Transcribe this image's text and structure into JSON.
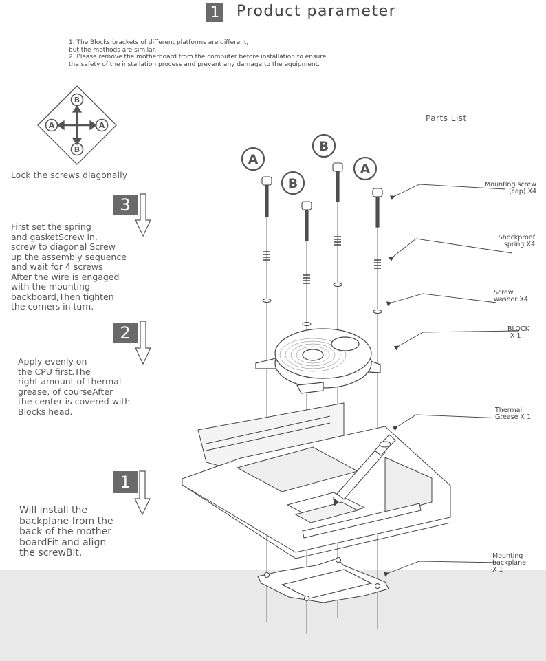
{
  "header": {
    "number": "1",
    "title": "Product parameter"
  },
  "notes": [
    "1. The Blocks  brackets of different platforms are different,",
    "but the methods are similar.",
    "2. Please remove the motherboard from the computer before installation to ensure",
    "the safety of the installation process and prevent any damage to the equipment."
  ],
  "diagonal_diagram": {
    "labels": {
      "top": "B",
      "bottom": "B",
      "left": "A",
      "right": "A"
    },
    "caption": "Lock the screws diagonally"
  },
  "steps": [
    {
      "number": "3",
      "lines": [
        "First set the spring",
        "and gasketScrew in,",
        "screw to diagonal Screw",
        "up the assembly sequence",
        "and wait for 4 screws",
        "After the wire is engaged",
        "with the mounting",
        "backboard,Then tighten",
        "the corners in turn."
      ]
    },
    {
      "number": "2",
      "lines": [
        "Apply evenly on",
        "the CPU first.The",
        "right amount of thermal",
        "grease, of courseAfter",
        "the center is covered with",
        "Blocks  head."
      ]
    },
    {
      "number": "1",
      "lines": [
        "Will install the",
        "backplane from the",
        "back of the mother",
        "boardFit and align",
        "the screwBit."
      ]
    }
  ],
  "screw_labels": [
    "A",
    "B",
    "B",
    "A"
  ],
  "parts_list": {
    "title": "Parts List",
    "items": [
      {
        "line1": "Mounting screw",
        "line2": "(cap) X4"
      },
      {
        "line1": "Shockproof",
        "line2": "spring X4"
      },
      {
        "line1": "Screw",
        "line2": "washer X4"
      },
      {
        "line1": "BLOCK",
        "line2": "X 1"
      },
      {
        "line1": "Thermal",
        "line2": "Grease X 1"
      },
      {
        "line1": "Mounting",
        "line2": "backplane",
        "line3": "X 1"
      }
    ]
  },
  "colors": {
    "text": "#3a3a3a",
    "number_box": "#6a6a6a",
    "bottom_band": "#e9e9e9",
    "line_art": "#444444"
  }
}
